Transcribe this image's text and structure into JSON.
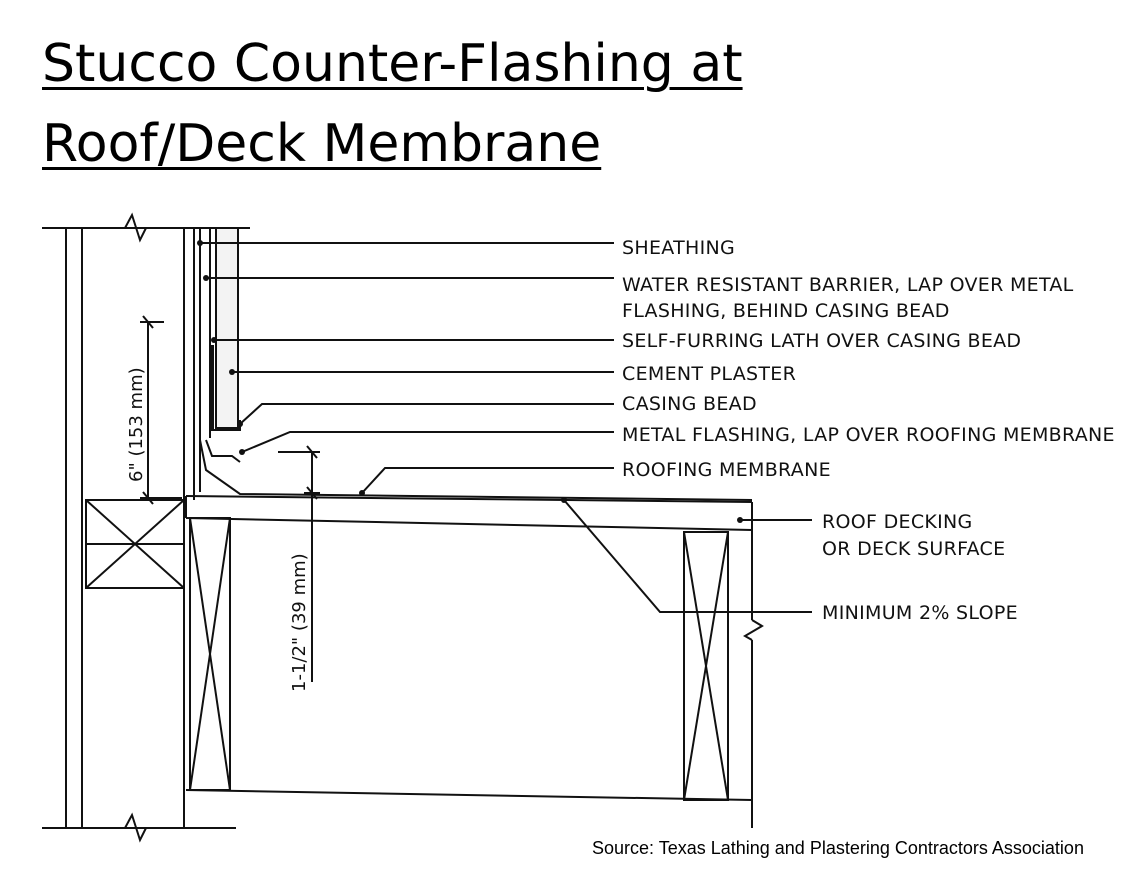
{
  "title": {
    "line1": "Stucco Counter-Flashing at",
    "line2": "Roof/Deck Membrane"
  },
  "callouts": {
    "sheathing": "SHEATHING",
    "wrb_line1": "WATER RESISTANT BARRIER, LAP OVER METAL",
    "wrb_line2": "FLASHING, BEHIND CASING BEAD",
    "lath": "SELF-FURRING LATH OVER CASING BEAD",
    "plaster": "CEMENT PLASTER",
    "casing": "CASING BEAD",
    "flashing": "METAL FLASHING, LAP OVER ROOFING MEMBRANE",
    "membrane": "ROOFING MEMBRANE",
    "decking_line1": "ROOF DECKING",
    "decking_line2": "OR DECK SURFACE",
    "slope": "MINIMUM 2% SLOPE"
  },
  "dimensions": {
    "height_6in": "6\" (153 mm)",
    "height_1_5in": "1-1/2\" (39 mm)"
  },
  "source": "Source: Texas Lathing and Plastering Contractors Association"
}
